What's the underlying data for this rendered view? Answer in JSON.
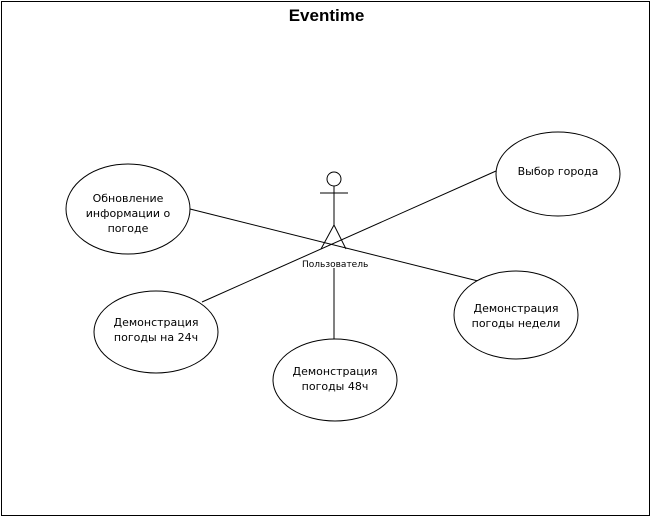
{
  "diagram": {
    "title": "Eventime",
    "actor": {
      "name": "Пользователь"
    },
    "use_cases": [
      {
        "id": "update-info",
        "label": "Обновление\nинформации о погоде"
      },
      {
        "id": "choose-city",
        "label": "Выбор города"
      },
      {
        "id": "weather-24h",
        "label": "Демонстрация\nпогоды на 24ч"
      },
      {
        "id": "weather-48h",
        "label": "Демонстрация\nпогоды 48ч"
      },
      {
        "id": "weather-week",
        "label": "Демонстрация\nпогоды недели"
      }
    ],
    "colors": {
      "stroke": "#000000",
      "fill": "#ffffff"
    }
  }
}
